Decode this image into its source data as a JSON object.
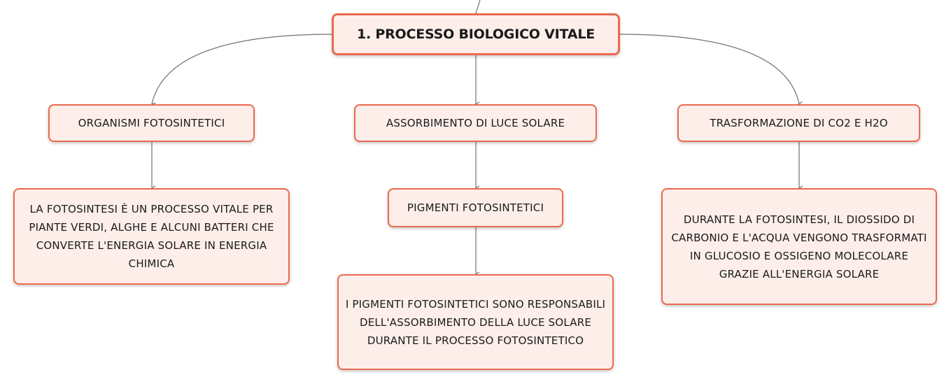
{
  "diagram": {
    "root": {
      "label": "1. PROCESSO BIOLOGICO VITALE"
    },
    "branches": [
      {
        "title": "ORGANISMI FOTOSINTETICI",
        "detail": "LA FOTOSINTESI È UN PROCESSO VITALE PER PIANTE VERDI, ALGHE E ALCUNI BATTERI CHE CONVERTE L'ENERGIA SOLARE IN ENERGIA CHIMICA"
      },
      {
        "title": "ASSORBIMENTO DI LUCE SOLARE",
        "sub": "PIGMENTI FOTOSINTETICI",
        "detail": "I PIGMENTI FOTOSINTETICI SONO RESPONSABILI DELL'ASSORBIMENTO DELLA LUCE SOLARE DURANTE IL PROCESSO FOTOSINTETICO"
      },
      {
        "title": "TRASFORMAZIONE DI CO2 E H2O",
        "detail": "DURANTE LA FOTOSINTESI, IL DIOSSIDO DI CARBONIO E L'ACQUA VENGONO TRASFORMATI IN GLUCOSIO E OSSIGENO MOLECOLARE GRAZIE ALL'ENERGIA SOLARE"
      }
    ],
    "colors": {
      "border": "#ec6a4f",
      "fill": "#fdeeea",
      "connector": "#707070"
    }
  }
}
